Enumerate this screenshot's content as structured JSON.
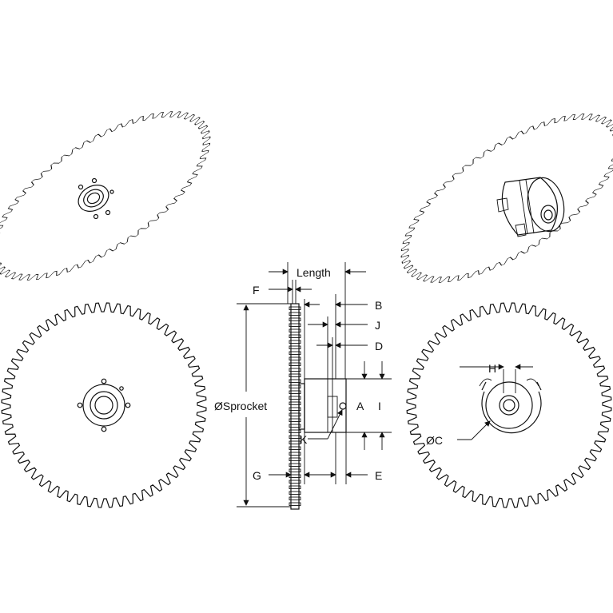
{
  "labels": {
    "length": "Length",
    "f": "F",
    "b": "B",
    "j": "J",
    "d": "D",
    "a": "A",
    "i": "I",
    "k": "K",
    "g": "G",
    "e": "E",
    "h": "H",
    "sprocket_diameter": "ØSprocket",
    "c_diameter": "ØC"
  },
  "colors": {
    "line": "#111111",
    "fill": "#ffffff"
  },
  "views": [
    "iso-view-front",
    "iso-view-back",
    "front-view",
    "side-view",
    "back-view"
  ]
}
